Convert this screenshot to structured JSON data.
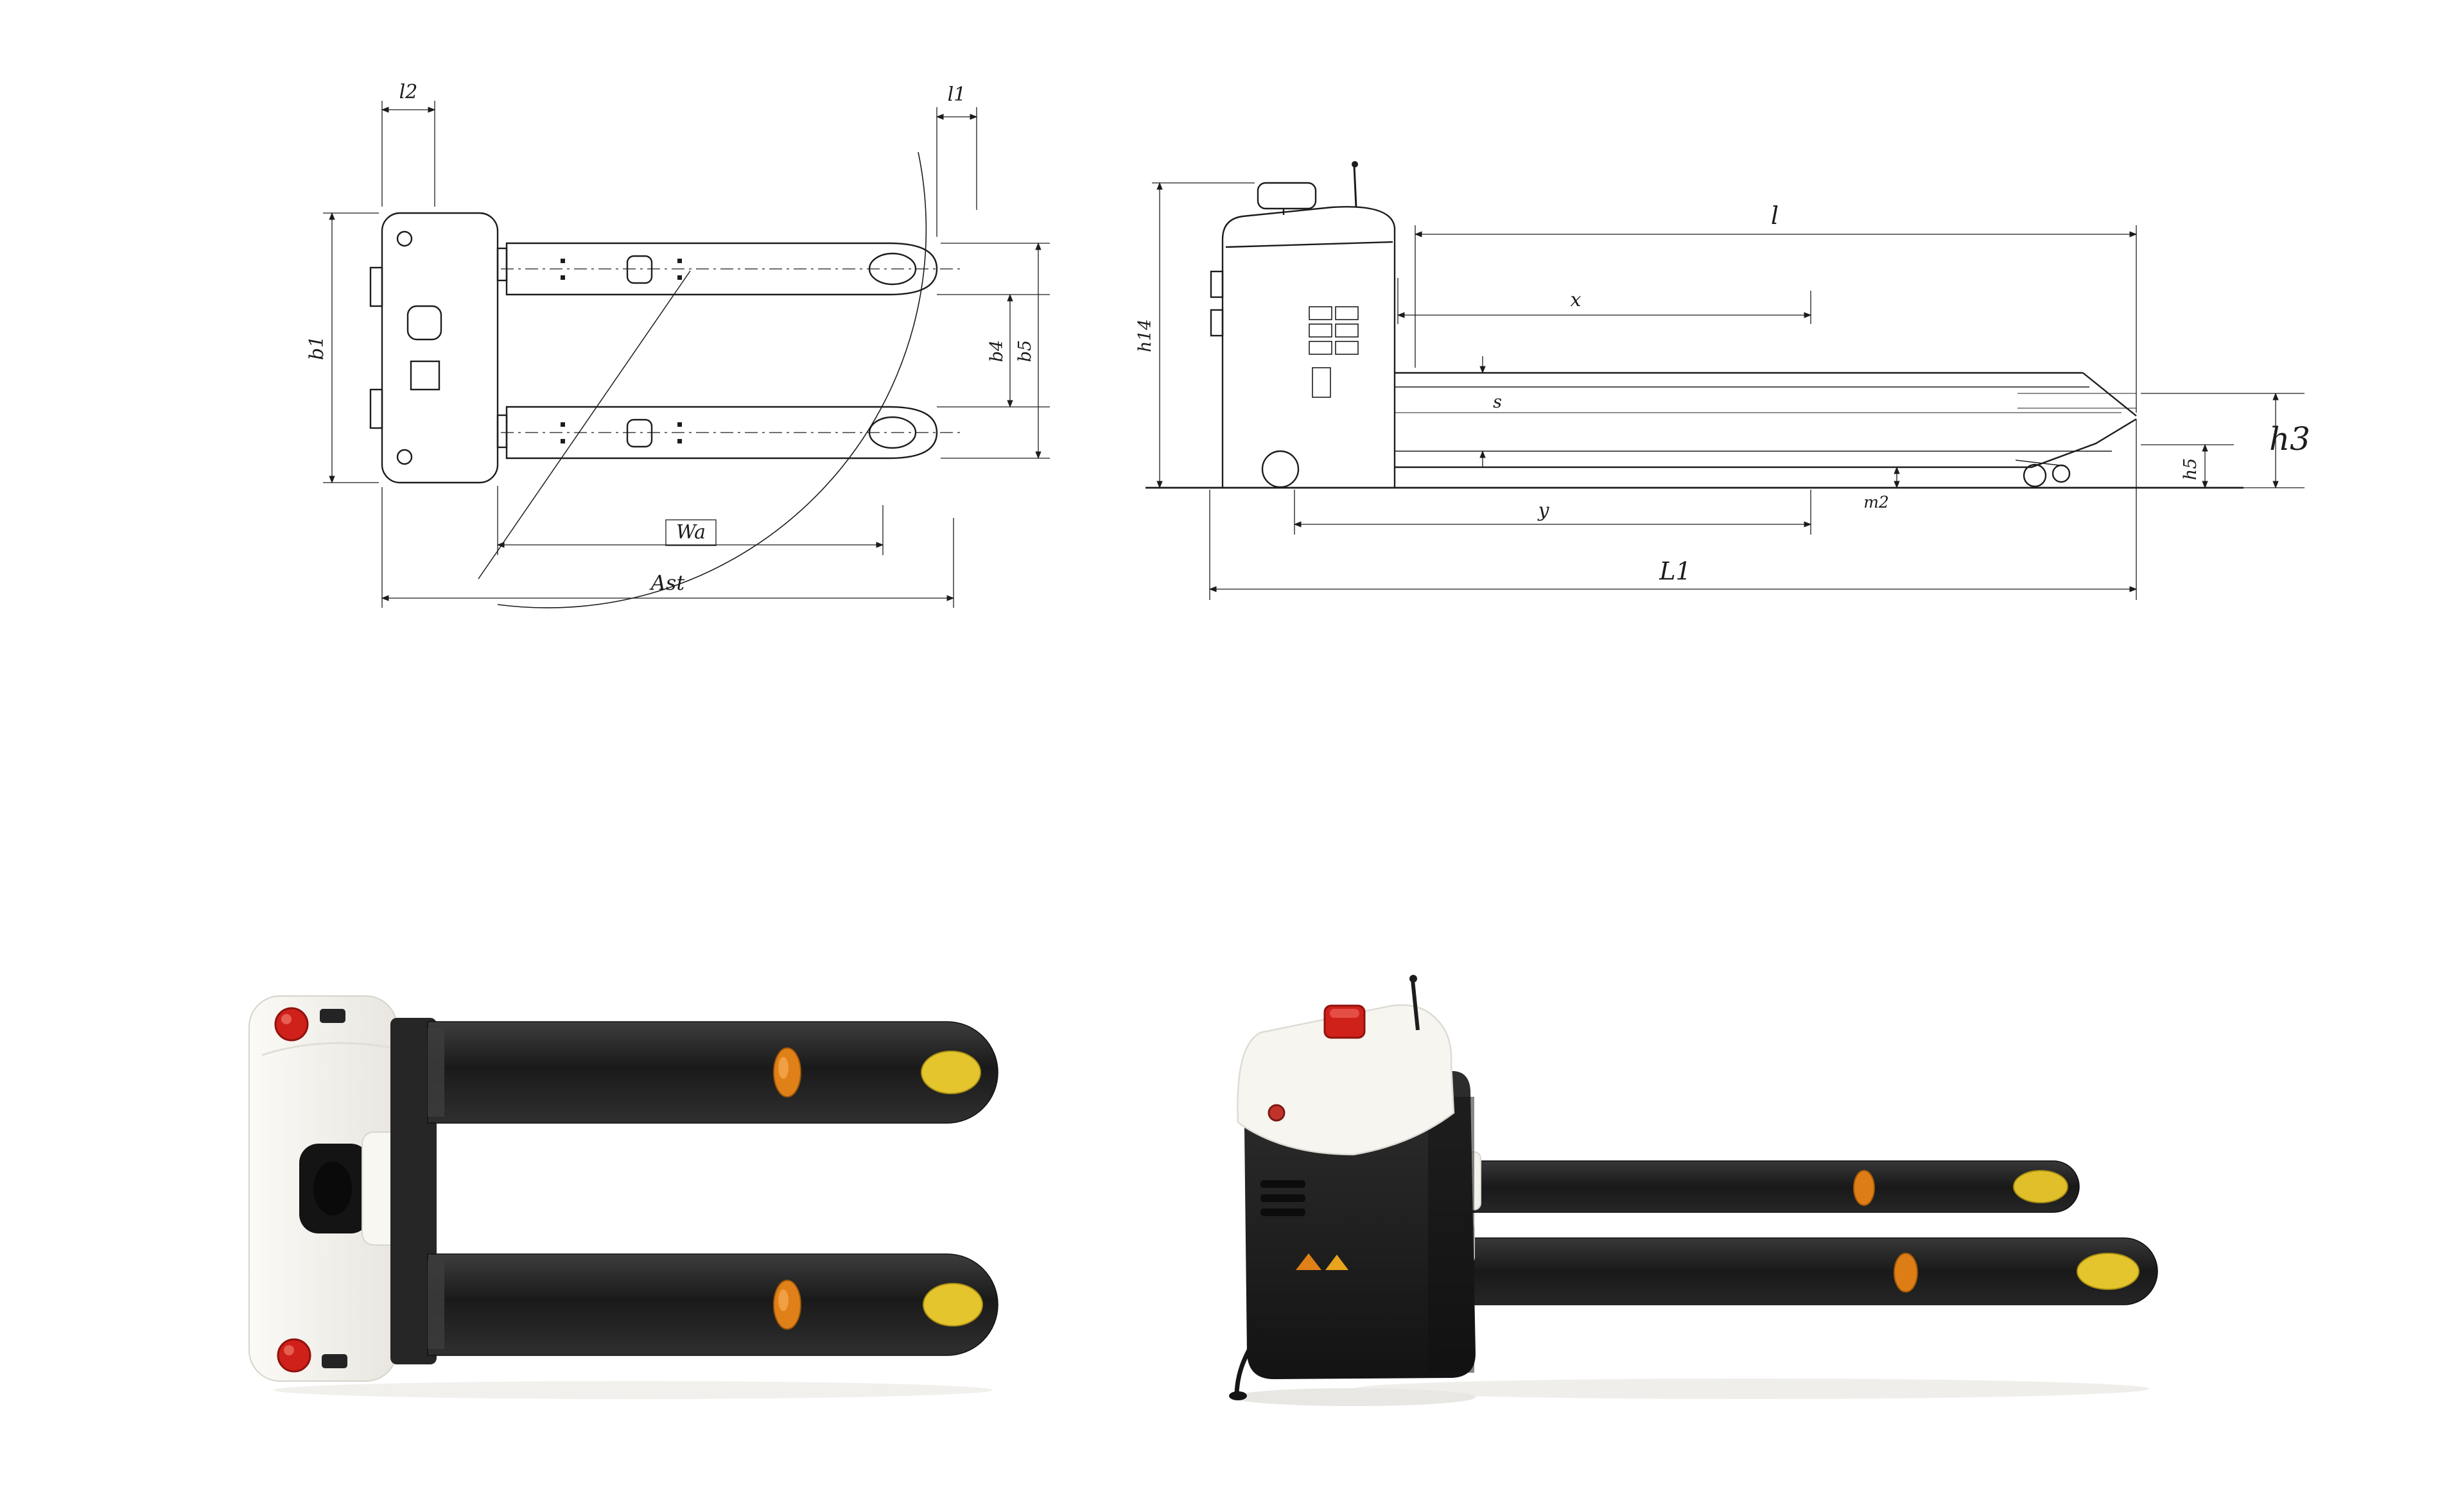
{
  "page": {
    "background": "#ffffff",
    "description": "Electric pallet truck: engineering dimension drawings (plan and side view) above two product renders (top view and perspective view)"
  },
  "colors": {
    "line": "#1c1c1c",
    "fork_black": "#232323",
    "body_white": "#f6f5f0",
    "accent_red": "#d0201a",
    "accent_orange": "#e08018",
    "accent_yellow": "#e5c52e",
    "shadow": "#efeeea"
  },
  "plan_view": {
    "name": "Plan view line drawing",
    "dims": {
      "head_length": "l2",
      "tip_length": "l1",
      "overall_width": "b1",
      "fork_spread_inner": "b4",
      "fork_spread_outer": "b5",
      "turning_radius": "Wa",
      "aisle_width": "Ast"
    }
  },
  "side_view": {
    "name": "Side view line drawing",
    "dims": {
      "fork_length": "l",
      "load_distance": "x",
      "wheelbase": "y",
      "fork_thickness": "s",
      "ground_clearance": "m2",
      "overall_length": "L1",
      "lift_height": "h3",
      "lowered_height": "h5",
      "tiller_height": "h14"
    }
  },
  "render_top": {
    "name": "Product render, top view"
  },
  "render_side": {
    "name": "Product render, perspective view"
  }
}
